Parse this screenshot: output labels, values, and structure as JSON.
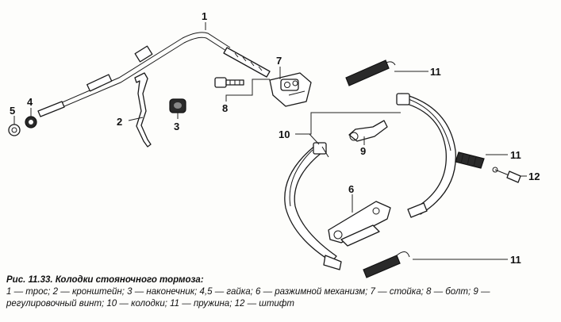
{
  "figure": {
    "caption_title": "Рис. 11.33. Колодки стояночного тормоза:",
    "caption_body": "1 — трос; 2 — кронштейн; 3 — наконечник; 4,5 — гайка; 6 — разжимной механизм; 7 — стойка; 8 — болт; 9 — регулировочный винт; 10 — колодки; 11 — пружина; 12 — штифт"
  },
  "callouts": {
    "c1": "1",
    "c2": "2",
    "c3": "3",
    "c4": "4",
    "c5": "5",
    "c6": "6",
    "c7": "7",
    "c8": "8",
    "c9": "9",
    "c10": "10",
    "c11a": "11",
    "c11b": "11",
    "c11c": "11",
    "c12": "12"
  }
}
